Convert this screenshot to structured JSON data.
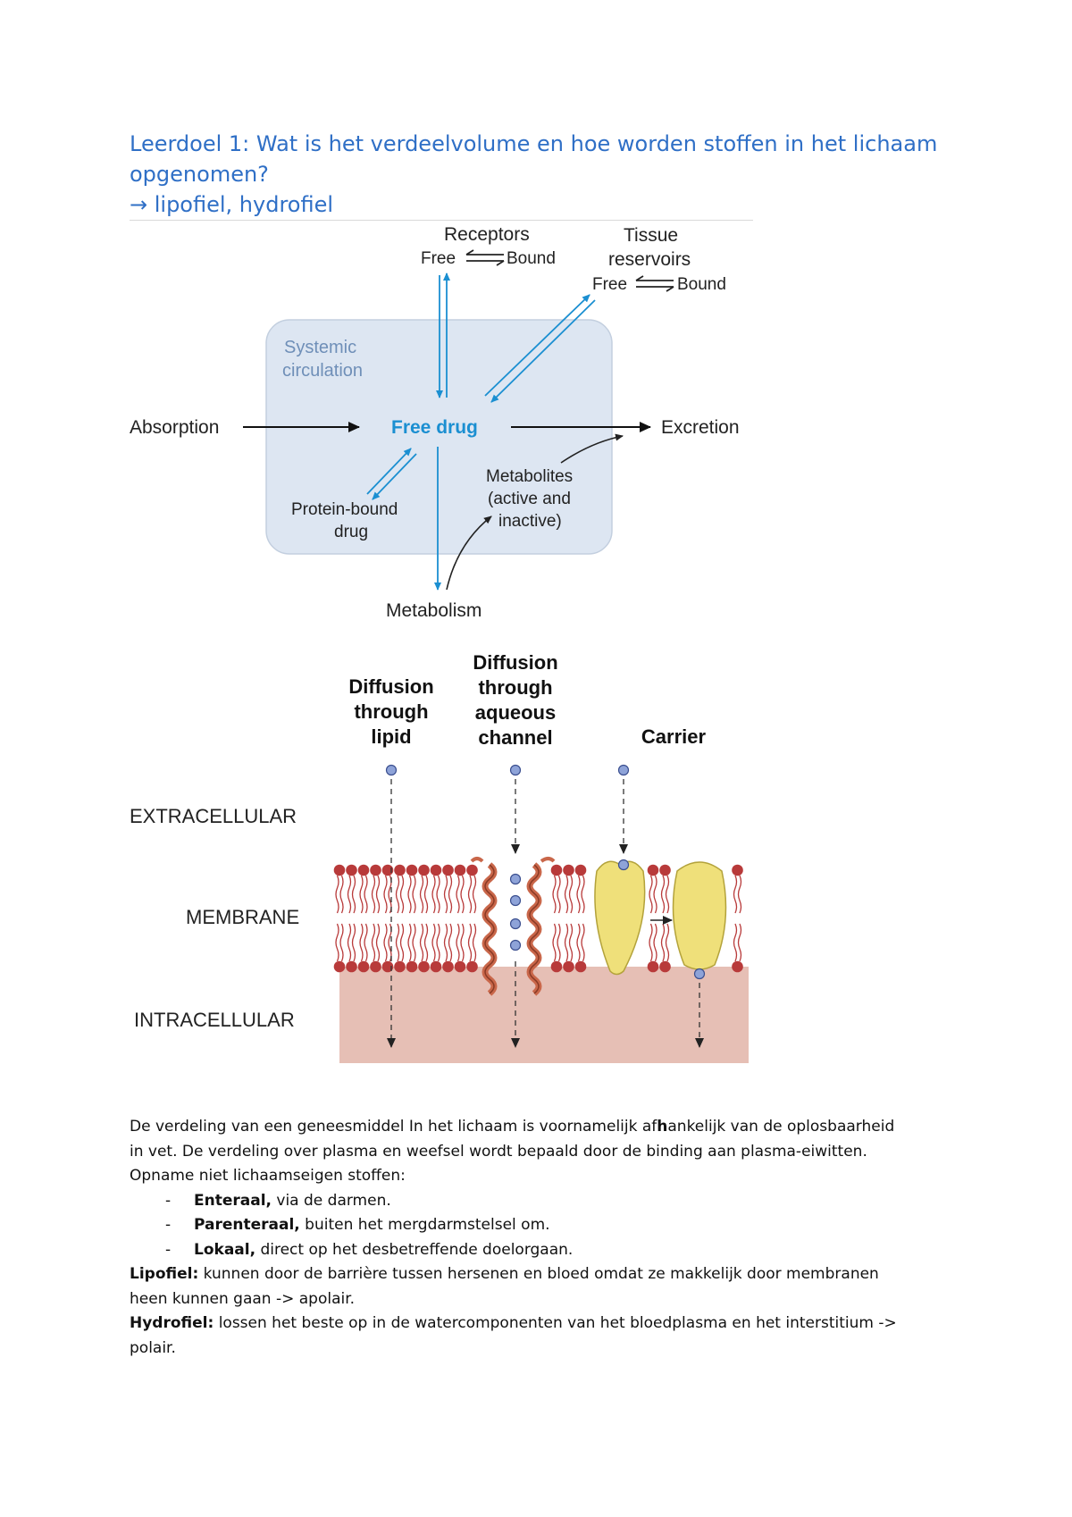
{
  "heading": {
    "line1": "Leerdoel 1: Wat is het verdeelvolume en hoe worden stoffen in het lichaam",
    "line2": "opgenomen?",
    "line3": "→ lipofiel, hydrofiel"
  },
  "diagram1": {
    "receptors": "Receptors",
    "receptors_free": "Free",
    "receptors_bound": "Bound",
    "tissue_line1": "Tissue",
    "tissue_line2": "reservoirs",
    "tissue_free": "Free",
    "tissue_bound": "Bound",
    "systemic_line1": "Systemic",
    "systemic_line2": "circulation",
    "absorption": "Absorption",
    "free_drug": "Free drug",
    "excretion": "Excretion",
    "protein_line1": "Protein-bound",
    "protein_line2": "drug",
    "metabolites_line1": "Metabolites",
    "metabolites_line2": "(active and",
    "metabolites_line3": "inactive)",
    "metabolism": "Metabolism",
    "colors": {
      "arrow_blue": "#1b8fd1",
      "box_fill": "#dde6f2",
      "free_drug": "#1b8fd1"
    }
  },
  "diagram2": {
    "col1": [
      "Diffusion",
      "through",
      "lipid"
    ],
    "col2": [
      "Diffusion",
      "through",
      "aqueous",
      "channel"
    ],
    "col3": "Carrier",
    "extracellular": "EXTRACELLULAR",
    "membrane": "MEMBRANE",
    "intracellular": "INTRACELLULAR",
    "colors": {
      "membrane_head": "#b83a3a",
      "intracellular_fill": "#e6bfb5",
      "molecule": "#8ea3d8",
      "carrier": "#efe07a"
    }
  },
  "body": {
    "p1_line1_a": "De verdeling van een geneesmiddel In het lichaam is voornamelijk af",
    "p1_line1_b": "h",
    "p1_line1_c": "ankelijk van de oplosbaarheid",
    "p1_line2": "in vet. De verdeling over plasma en weefsel wordt bepaald door de binding aan plasma-eiwitten.",
    "p2": "Opname niet lichaamseigen stoffen:",
    "list": [
      {
        "dash": "-",
        "term": "Enteraal,",
        "rest": " via de darmen."
      },
      {
        "dash": "-",
        "term": "Parenteraal,",
        "rest": " buiten het mergdarmstelsel om."
      },
      {
        "dash": "-",
        "term": "Lokaal,",
        "rest": " direct op het desbetreffende doelorgaan."
      }
    ],
    "lipo_term": "Lipofiel:",
    "lipo_line1": " kunnen door de barrière tussen hersenen en bloed omdat ze makkelijk door membranen",
    "lipo_line2": "heen kunnen gaan -> apolair.",
    "hydro_term": "Hydrofiel:",
    "hydro_line1": " lossen het beste op in de watercomponenten van het bloedplasma en het interstitium ->",
    "hydro_line2": "polair."
  }
}
